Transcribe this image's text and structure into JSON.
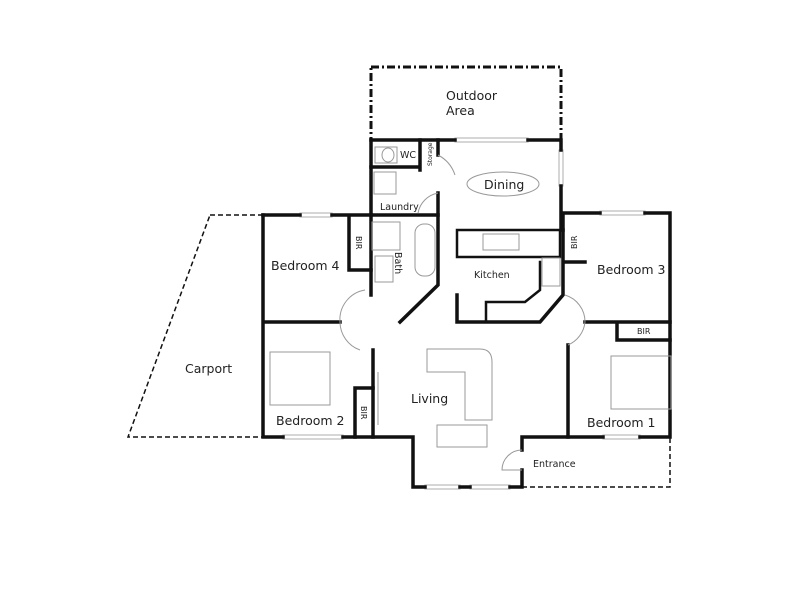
{
  "rooms": {
    "outdoor_line1": "Outdoor",
    "outdoor_line2": "Area",
    "wc": "WC",
    "storage": "Storage",
    "dining": "Dining",
    "laundry": "Laundry",
    "bath": "Bath",
    "kitchen": "Kitchen",
    "bedroom4": "Bedroom 4",
    "bedroom3": "Bedroom 3",
    "bedroom2": "Bedroom 2",
    "bedroom1": "Bedroom 1",
    "living": "Living",
    "carport": "Carport",
    "entrance": "Entrance",
    "bir": "BIR"
  }
}
